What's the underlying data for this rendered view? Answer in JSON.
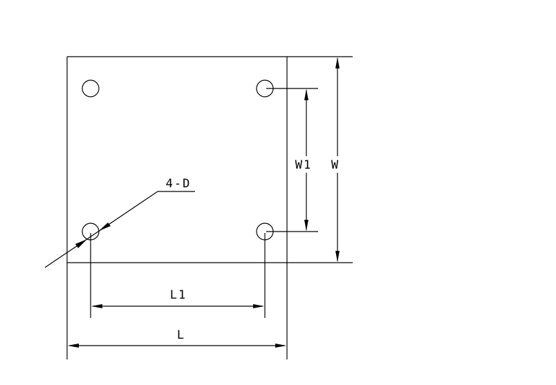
{
  "drawing": {
    "type": "engineering-dimension-drawing",
    "line_color": "#000000",
    "background_color": "#ffffff",
    "labels": {
      "hole_callout": "4-D",
      "overall_width": "W",
      "hole_pitch_width": "W1",
      "hole_pitch_length": "L1",
      "overall_length": "L"
    },
    "features": {
      "hole_count": 4,
      "plate_shape": "rectangle"
    }
  }
}
